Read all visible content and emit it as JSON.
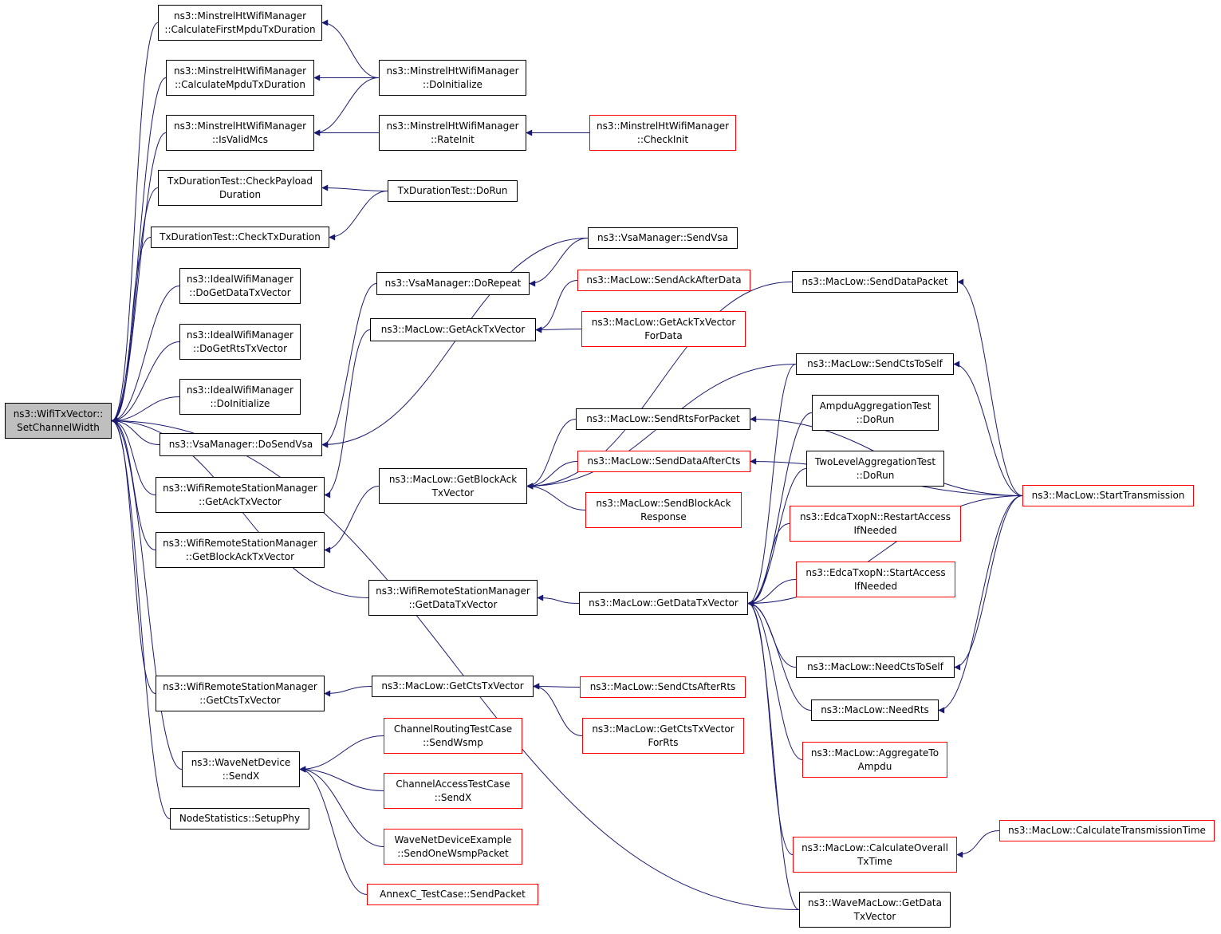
{
  "diagram": {
    "colors": {
      "edge": "#191970",
      "border": "#000000",
      "truncated_border": "#ff0000",
      "root_fill": "#bfbfbf",
      "background": "#ffffff"
    },
    "nodes": [
      {
        "id": "root",
        "lines": [
          "ns3::WifiTxVector::",
          "SetChannelWidth"
        ],
        "style": "root"
      },
      {
        "id": "ht_first",
        "lines": [
          "ns3::MinstrelHtWifiManager",
          "::CalculateFirstMpduTxDuration"
        ],
        "style": "normal"
      },
      {
        "id": "ht_mpdu",
        "lines": [
          "ns3::MinstrelHtWifiManager",
          "::CalculateMpduTxDuration"
        ],
        "style": "normal"
      },
      {
        "id": "ht_valid",
        "lines": [
          "ns3::MinstrelHtWifiManager",
          "::IsValidMcs"
        ],
        "style": "normal"
      },
      {
        "id": "tx_payload",
        "lines": [
          "TxDurationTest::CheckPayload",
          "Duration"
        ],
        "style": "normal"
      },
      {
        "id": "tx_check",
        "lines": [
          "TxDurationTest::CheckTxDuration"
        ],
        "style": "normal"
      },
      {
        "id": "ideal_data",
        "lines": [
          "ns3::IdealWifiManager",
          "::DoGetDataTxVector"
        ],
        "style": "normal"
      },
      {
        "id": "ideal_rts",
        "lines": [
          "ns3::IdealWifiManager",
          "::DoGetRtsTxVector"
        ],
        "style": "normal"
      },
      {
        "id": "ideal_init",
        "lines": [
          "ns3::IdealWifiManager",
          "::DoInitialize"
        ],
        "style": "normal"
      },
      {
        "id": "vsa_dosend",
        "lines": [
          "ns3::VsaManager::DoSendVsa"
        ],
        "style": "normal"
      },
      {
        "id": "wrsm_ack",
        "lines": [
          "ns3::WifiRemoteStationManager",
          "::GetAckTxVector"
        ],
        "style": "normal"
      },
      {
        "id": "wrsm_block",
        "lines": [
          "ns3::WifiRemoteStationManager",
          "::GetBlockAckTxVector"
        ],
        "style": "normal"
      },
      {
        "id": "wrsm_data",
        "lines": [
          "ns3::WifiRemoteStationManager",
          "::GetDataTxVector"
        ],
        "style": "normal"
      },
      {
        "id": "wrsm_cts",
        "lines": [
          "ns3::WifiRemoteStationManager",
          "::GetCtsTxVector"
        ],
        "style": "normal"
      },
      {
        "id": "wave_sendx",
        "lines": [
          "ns3::WaveNetDevice",
          "::SendX"
        ],
        "style": "normal"
      },
      {
        "id": "node_stats",
        "lines": [
          "NodeStatistics::SetupPhy"
        ],
        "style": "normal"
      },
      {
        "id": "ht_doinit",
        "lines": [
          "ns3::MinstrelHtWifiManager",
          "::DoInitialize"
        ],
        "style": "normal"
      },
      {
        "id": "ht_rate",
        "lines": [
          "ns3::MinstrelHtWifiManager",
          "::RateInit"
        ],
        "style": "normal"
      },
      {
        "id": "tx_dorun",
        "lines": [
          "TxDurationTest::DoRun"
        ],
        "style": "normal"
      },
      {
        "id": "vsa_repeat",
        "lines": [
          "ns3::VsaManager::DoRepeat"
        ],
        "style": "normal"
      },
      {
        "id": "ml_getack",
        "lines": [
          "ns3::MacLow::GetAckTxVector"
        ],
        "style": "normal"
      },
      {
        "id": "ml_getblock",
        "lines": [
          "ns3::MacLow::GetBlockAck",
          "TxVector"
        ],
        "style": "normal"
      },
      {
        "id": "ml_getdata",
        "lines": [
          "ns3::MacLow::GetDataTxVector"
        ],
        "style": "normal"
      },
      {
        "id": "ml_getcts",
        "lines": [
          "ns3::MacLow::GetCtsTxVector"
        ],
        "style": "normal"
      },
      {
        "id": "crt_wsmp",
        "lines": [
          "ChannelRoutingTestCase",
          "::SendWsmp"
        ],
        "style": "red"
      },
      {
        "id": "cat_sendx",
        "lines": [
          "ChannelAccessTestCase",
          "::SendX"
        ],
        "style": "red"
      },
      {
        "id": "wnde_wsmp",
        "lines": [
          "WaveNetDeviceExample",
          "::SendOneWsmpPacket"
        ],
        "style": "red"
      },
      {
        "id": "annexc",
        "lines": [
          "AnnexC_TestCase::SendPacket"
        ],
        "style": "red"
      },
      {
        "id": "ht_checkinit",
        "lines": [
          "ns3::MinstrelHtWifiManager",
          "::CheckInit"
        ],
        "style": "red"
      },
      {
        "id": "vsa_send",
        "lines": [
          "ns3::VsaManager::SendVsa"
        ],
        "style": "normal"
      },
      {
        "id": "ml_sendackafter",
        "lines": [
          "ns3::MacLow::SendAckAfterData"
        ],
        "style": "red"
      },
      {
        "id": "ml_getackfor",
        "lines": [
          "ns3::MacLow::GetAckTxVector",
          "ForData"
        ],
        "style": "red"
      },
      {
        "id": "ml_sendrts",
        "lines": [
          "ns3::MacLow::SendRtsForPacket"
        ],
        "style": "normal"
      },
      {
        "id": "ml_senddataafter",
        "lines": [
          "ns3::MacLow::SendDataAfterCts"
        ],
        "style": "red"
      },
      {
        "id": "ml_sendblockresp",
        "lines": [
          "ns3::MacLow::SendBlockAck",
          "Response"
        ],
        "style": "red"
      },
      {
        "id": "ml_sendctsafter",
        "lines": [
          "ns3::MacLow::SendCtsAfterRts"
        ],
        "style": "red"
      },
      {
        "id": "ml_getctsfor",
        "lines": [
          "ns3::MacLow::GetCtsTxVector",
          "ForRts"
        ],
        "style": "red"
      },
      {
        "id": "ml_senddatapkt",
        "lines": [
          "ns3::MacLow::SendDataPacket"
        ],
        "style": "normal"
      },
      {
        "id": "ml_sendctstoself",
        "lines": [
          "ns3::MacLow::SendCtsToSelf"
        ],
        "style": "normal"
      },
      {
        "id": "ampdu_dorun",
        "lines": [
          "AmpduAggregationTest",
          "::DoRun"
        ],
        "style": "normal"
      },
      {
        "id": "twolevel_dorun",
        "lines": [
          "TwoLevelAggregationTest",
          "::DoRun"
        ],
        "style": "normal"
      },
      {
        "id": "edca_restart",
        "lines": [
          "ns3::EdcaTxopN::RestartAccess",
          "IfNeeded"
        ],
        "style": "red"
      },
      {
        "id": "edca_start",
        "lines": [
          "ns3::EdcaTxopN::StartAccess",
          "IfNeeded"
        ],
        "style": "red"
      },
      {
        "id": "ml_needcts",
        "lines": [
          "ns3::MacLow::NeedCtsToSelf"
        ],
        "style": "normal"
      },
      {
        "id": "ml_needrts",
        "lines": [
          "ns3::MacLow::NeedRts"
        ],
        "style": "normal"
      },
      {
        "id": "ml_aggregate",
        "lines": [
          "ns3::MacLow::AggregateTo",
          "Ampdu"
        ],
        "style": "red"
      },
      {
        "id": "ml_calcoverall",
        "lines": [
          "ns3::MacLow::CalculateOverall",
          "TxTime"
        ],
        "style": "red"
      },
      {
        "id": "wml_getdata",
        "lines": [
          "ns3::WaveMacLow::GetData",
          "TxVector"
        ],
        "style": "normal"
      },
      {
        "id": "ml_start",
        "lines": [
          "ns3::MacLow::StartTransmission"
        ],
        "style": "red"
      },
      {
        "id": "ml_calctrans",
        "lines": [
          "ns3::MacLow::CalculateTransmissionTime"
        ],
        "style": "red"
      }
    ],
    "edges": [
      [
        "ht_first",
        "root"
      ],
      [
        "ht_mpdu",
        "root"
      ],
      [
        "ht_valid",
        "root"
      ],
      [
        "tx_payload",
        "root"
      ],
      [
        "tx_check",
        "root"
      ],
      [
        "ideal_data",
        "root"
      ],
      [
        "ideal_rts",
        "root"
      ],
      [
        "ideal_init",
        "root"
      ],
      [
        "vsa_dosend",
        "root"
      ],
      [
        "wrsm_ack",
        "root"
      ],
      [
        "wrsm_block",
        "root"
      ],
      [
        "wrsm_data",
        "root"
      ],
      [
        "wrsm_cts",
        "root"
      ],
      [
        "wave_sendx",
        "root"
      ],
      [
        "node_stats",
        "root"
      ],
      [
        "wml_getdata",
        "root"
      ],
      [
        "ht_doinit",
        "ht_first"
      ],
      [
        "ht_doinit",
        "ht_mpdu"
      ],
      [
        "ht_doinit",
        "ht_valid"
      ],
      [
        "ht_rate",
        "ht_valid"
      ],
      [
        "ht_checkinit",
        "ht_rate"
      ],
      [
        "tx_dorun",
        "tx_payload"
      ],
      [
        "tx_dorun",
        "tx_check"
      ],
      [
        "vsa_send",
        "vsa_dosend"
      ],
      [
        "vsa_repeat",
        "vsa_dosend"
      ],
      [
        "vsa_send",
        "vsa_repeat"
      ],
      [
        "ml_getack",
        "wrsm_ack"
      ],
      [
        "ml_getblock",
        "wrsm_block"
      ],
      [
        "ml_getdata",
        "wrsm_data"
      ],
      [
        "ml_getcts",
        "wrsm_cts"
      ],
      [
        "crt_wsmp",
        "wave_sendx"
      ],
      [
        "cat_sendx",
        "wave_sendx"
      ],
      [
        "wnde_wsmp",
        "wave_sendx"
      ],
      [
        "annexc",
        "wave_sendx"
      ],
      [
        "ml_sendackafter",
        "ml_getack"
      ],
      [
        "ml_getackfor",
        "ml_getack"
      ],
      [
        "ml_senddatapkt",
        "ml_getblock"
      ],
      [
        "ml_sendrts",
        "ml_getblock"
      ],
      [
        "ml_senddataafter",
        "ml_getblock"
      ],
      [
        "ml_sendblockresp",
        "ml_getblock"
      ],
      [
        "ml_sendctstoself",
        "ml_getblock"
      ],
      [
        "ml_sendctsafter",
        "ml_getcts"
      ],
      [
        "ml_getctsfor",
        "ml_getcts"
      ],
      [
        "ml_sendctstoself",
        "ml_getdata"
      ],
      [
        "ampdu_dorun",
        "ml_getdata"
      ],
      [
        "twolevel_dorun",
        "ml_getdata"
      ],
      [
        "edca_restart",
        "ml_getdata"
      ],
      [
        "edca_start",
        "ml_getdata"
      ],
      [
        "ml_needcts",
        "ml_getdata"
      ],
      [
        "ml_needrts",
        "ml_getdata"
      ],
      [
        "ml_aggregate",
        "ml_getdata"
      ],
      [
        "ml_calcoverall",
        "ml_getdata"
      ],
      [
        "wml_getdata",
        "ml_getdata"
      ],
      [
        "ml_start",
        "ml_getdata"
      ],
      [
        "ml_start",
        "ml_senddatapkt"
      ],
      [
        "ml_start",
        "ml_sendrts"
      ],
      [
        "ml_start",
        "ml_senddataafter"
      ],
      [
        "ml_start",
        "ml_sendctstoself"
      ],
      [
        "ml_start",
        "ml_needcts"
      ],
      [
        "ml_start",
        "ml_needrts"
      ],
      [
        "ml_calctrans",
        "ml_calcoverall"
      ]
    ]
  }
}
